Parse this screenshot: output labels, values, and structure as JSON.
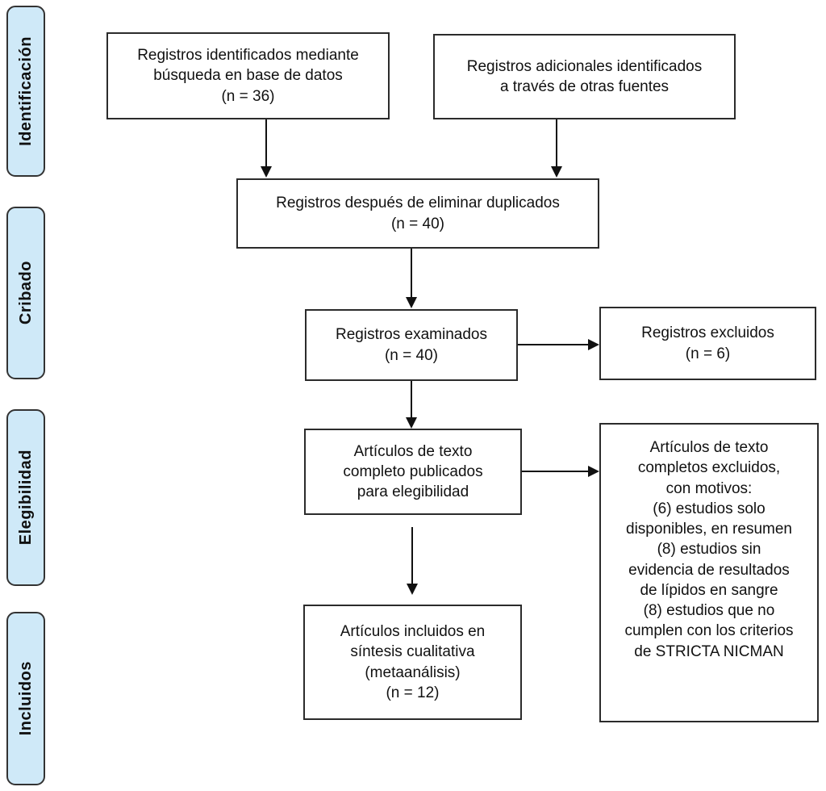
{
  "stages": [
    {
      "label": "Identificación"
    },
    {
      "label": "Cribado"
    },
    {
      "label": "Elegibilidad"
    },
    {
      "label": "Incluidos"
    }
  ],
  "boxes": {
    "identified_db": {
      "text": "Registros identificados mediante\nbúsqueda en base de datos\n(n = 36)"
    },
    "additional_sources": {
      "text": "Registros adicionales identificados\na través de otras fuentes"
    },
    "after_duplicates": {
      "text": "Registros después de eliminar duplicados\n(n = 40)"
    },
    "screened": {
      "text": "Registros examinados\n(n = 40)"
    },
    "records_excluded": {
      "text": "Registros excluidos\n(n = 6)"
    },
    "fulltext_assessed": {
      "text": "Artículos de texto\ncompleto publicados\npara elegibilidad"
    },
    "fulltext_excluded": {
      "text": "Artículos de texto\ncompletos excluidos,\ncon motivos:\n(6) estudios solo\ndisponibles, en resumen\n(8) estudios sin\nevidencia de resultados\nde lípidos en sangre\n(8) estudios que no\ncumplen con los criterios\nde STRICTA NICMAN"
    },
    "included": {
      "text": "Artículos incluidos en\nsíntesis cualitativa\n(metaanálisis)\n(n = 12)"
    }
  },
  "colors": {
    "stage_fill": "#cfe9f8",
    "stage_border": "#333333",
    "box_border": "#2b2b2b",
    "arrow": "#111111",
    "background": "#ffffff"
  }
}
